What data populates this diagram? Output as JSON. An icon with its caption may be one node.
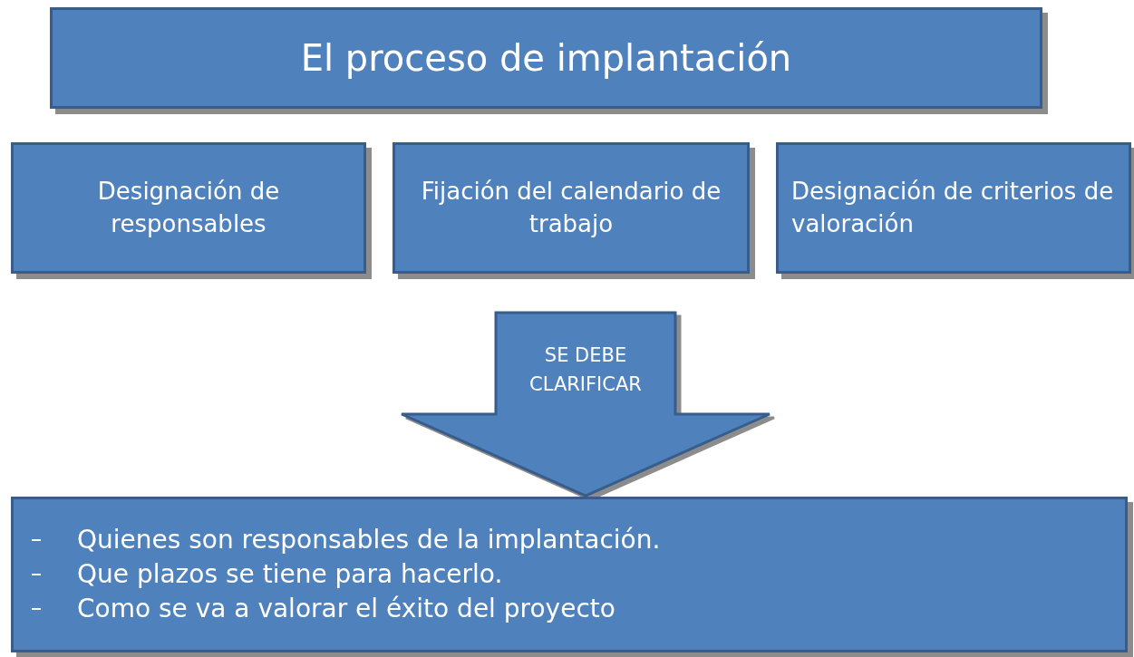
{
  "diagram": {
    "nodes": [
      {
        "text": [
          "El proceso de implantación"
        ]
      },
      {
        "text": [
          "Designación de responsables"
        ]
      },
      {
        "text": [
          "Fijación del calendario de trabajo"
        ]
      },
      {
        "text": [
          "Designación de criterios de valoración"
        ]
      },
      {
        "text": [
          "Quienes son responsables de la implantación.",
          "Que plazos se tiene para hacerlo.",
          "Como se va a valorar el éxito del proyecto"
        ]
      }
    ],
    "edges": [
      {
        "from": 2,
        "to": 4,
        "arrow": "to",
        "label": "SE DEBE CLARIFICAR",
        "style": "thick"
      }
    ]
  }
}
